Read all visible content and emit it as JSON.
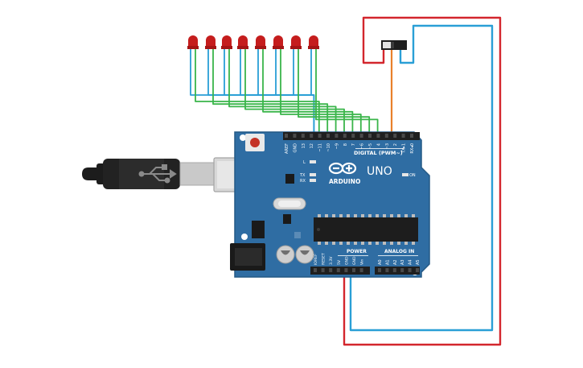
{
  "board": {
    "name": "ARDUINO",
    "model": "UNO",
    "digital_label": "DIGITAL (PWM~)",
    "analog_label": "ANALOG IN",
    "power_label": "POWER",
    "on_label": "ON",
    "led_l": "L",
    "led_tx": "TX",
    "led_rx": "RX",
    "top_pins": [
      "AREF",
      "GND",
      "13",
      "12",
      "~11",
      "~10",
      "~9",
      "8",
      "7",
      "~6",
      "~5",
      "4",
      "~3",
      "2",
      "TX▸1",
      "RX◂0"
    ],
    "power_pins": [
      "IOREF",
      "RESET",
      "3.3V",
      "5V",
      "GND",
      "GND",
      "Vin"
    ],
    "analog_pins": [
      "A0",
      "A1",
      "A2",
      "A3",
      "A4",
      "A5"
    ]
  },
  "colors": {
    "board": "#2f6da3",
    "board_edge": "#245985",
    "header": "#1f1f1f",
    "led": "#c51d1d",
    "wire_green": "#3ab54a",
    "wire_blue": "#2a9fd6",
    "wire_red": "#d3262d",
    "wire_orange": "#e9812b",
    "usb_metal": "#c9c9c9"
  },
  "components": {
    "leds": [
      "led-1",
      "led-2",
      "led-3",
      "led-4",
      "led-5",
      "led-6",
      "led-7",
      "led-8"
    ],
    "switch": "slide-switch",
    "cable": "usb-cable"
  }
}
